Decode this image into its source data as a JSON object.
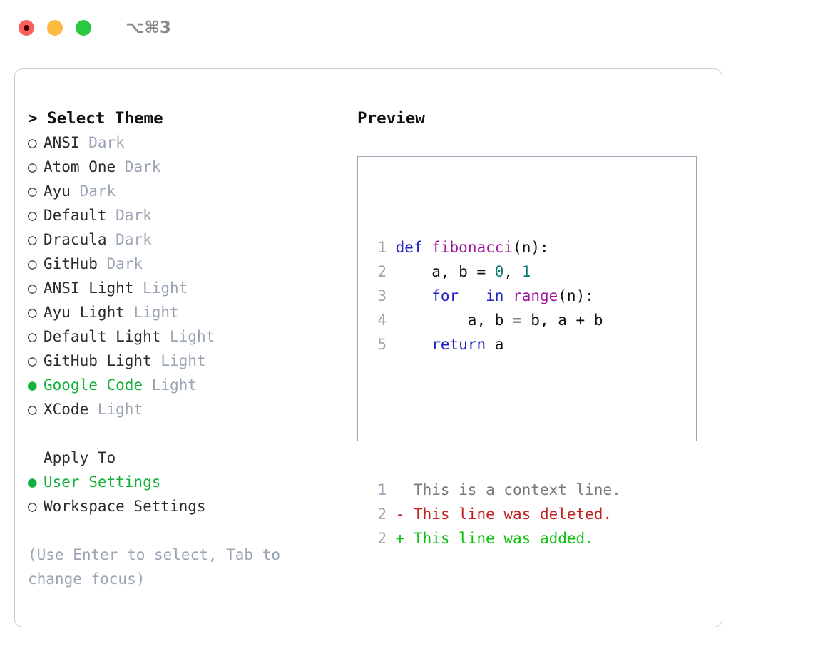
{
  "titlebar": {
    "buttons": [
      {
        "name": "close",
        "color": "#fc6058"
      },
      {
        "name": "minimize",
        "color": "#fdbc40"
      },
      {
        "name": "zoom",
        "color": "#2ac940"
      }
    ],
    "shortcut": "⌥⌘3"
  },
  "left": {
    "header": "> Select Theme",
    "themes": [
      {
        "marker": "○",
        "name": "ANSI",
        "kind": "Dark",
        "selected": false
      },
      {
        "marker": "○",
        "name": "Atom One",
        "kind": "Dark",
        "selected": false
      },
      {
        "marker": "○",
        "name": "Ayu",
        "kind": "Dark",
        "selected": false
      },
      {
        "marker": "○",
        "name": "Default",
        "kind": "Dark",
        "selected": false
      },
      {
        "marker": "○",
        "name": "Dracula",
        "kind": "Dark",
        "selected": false
      },
      {
        "marker": "○",
        "name": "GitHub",
        "kind": "Dark",
        "selected": false
      },
      {
        "marker": "○",
        "name": "ANSI Light",
        "kind": "Light",
        "selected": false
      },
      {
        "marker": "○",
        "name": "Ayu Light",
        "kind": "Light",
        "selected": false
      },
      {
        "marker": "○",
        "name": "Default Light",
        "kind": "Light",
        "selected": false
      },
      {
        "marker": "○",
        "name": "GitHub Light",
        "kind": "Light",
        "selected": false
      },
      {
        "marker": "●",
        "name": "Google Code",
        "kind": "Light",
        "selected": true
      },
      {
        "marker": "○",
        "name": "XCode",
        "kind": "Light",
        "selected": false
      }
    ],
    "apply_to_label": "Apply To",
    "apply_to": [
      {
        "marker": "●",
        "name": "User Settings",
        "selected": true
      },
      {
        "marker": "○",
        "name": "Workspace Settings",
        "selected": false
      }
    ],
    "hint": "(Use Enter to select, Tab to change focus)"
  },
  "right": {
    "preview_title": "Preview",
    "code_lines": [
      {
        "no": "1",
        "tokens": [
          {
            "t": "def",
            "c": "kw"
          },
          {
            "t": " ",
            "c": "plain"
          },
          {
            "t": "fibonacci",
            "c": "fn"
          },
          {
            "t": "(n):",
            "c": "plain"
          }
        ]
      },
      {
        "no": "2",
        "tokens": [
          {
            "t": "    a, b = ",
            "c": "plain"
          },
          {
            "t": "0",
            "c": "num"
          },
          {
            "t": ", ",
            "c": "plain"
          },
          {
            "t": "1",
            "c": "num"
          }
        ]
      },
      {
        "no": "3",
        "tokens": [
          {
            "t": "    ",
            "c": "plain"
          },
          {
            "t": "for",
            "c": "kw"
          },
          {
            "t": " _ ",
            "c": "plain"
          },
          {
            "t": "in",
            "c": "kw"
          },
          {
            "t": " ",
            "c": "plain"
          },
          {
            "t": "range",
            "c": "fn"
          },
          {
            "t": "(n):",
            "c": "plain"
          }
        ]
      },
      {
        "no": "4",
        "tokens": [
          {
            "t": "        a, b = b, a + b",
            "c": "plain"
          }
        ]
      },
      {
        "no": "5",
        "tokens": [
          {
            "t": "    ",
            "c": "plain"
          },
          {
            "t": "return",
            "c": "kw"
          },
          {
            "t": " a",
            "c": "plain"
          }
        ]
      }
    ],
    "diff_lines": [
      {
        "no": "1",
        "text": "  This is a context line.",
        "c": "ctx"
      },
      {
        "no": "2",
        "text": "- This line was deleted.",
        "c": "del"
      },
      {
        "no": "2",
        "text": "+ This line was added.",
        "c": "add"
      }
    ]
  },
  "colors": {
    "accent_green": "#14b03c",
    "muted": "#9aa4b2",
    "keyword": "#2121c4",
    "function": "#a0139b",
    "number": "#117a75",
    "diff_delete": "#c22121",
    "diff_add": "#0ec20e",
    "panel_border": "#c8ccd4",
    "preview_border": "#9ca8b8"
  }
}
